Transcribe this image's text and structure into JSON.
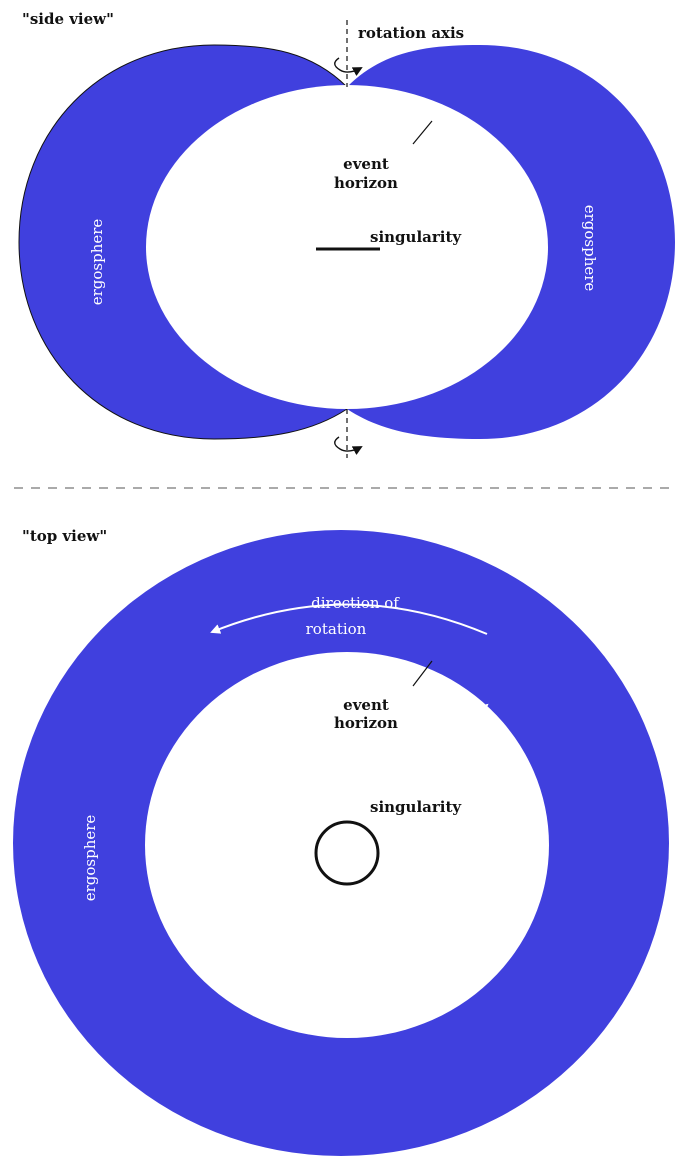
{
  "colors": {
    "ergosphere": "#4040de",
    "background": "#ffffff",
    "ink": "#111111",
    "divider": "#777777"
  },
  "side_view": {
    "title": "\"side view\"",
    "rotation_axis_label": "rotation axis",
    "event_horizon_label_line1": "event",
    "event_horizon_label_line2": "horizon",
    "singularity_label": "singularity",
    "ergosphere_left_label": "ergosphere",
    "ergosphere_right_label": "ergosphere"
  },
  "top_view": {
    "title": "\"top view\"",
    "direction_label_line1": "direction of",
    "direction_label_line2": "rotation",
    "event_horizon_label_line1": "event",
    "event_horizon_label_line2": "horizon",
    "singularity_label": "singularity",
    "ergosphere_label": "ergosphere"
  }
}
